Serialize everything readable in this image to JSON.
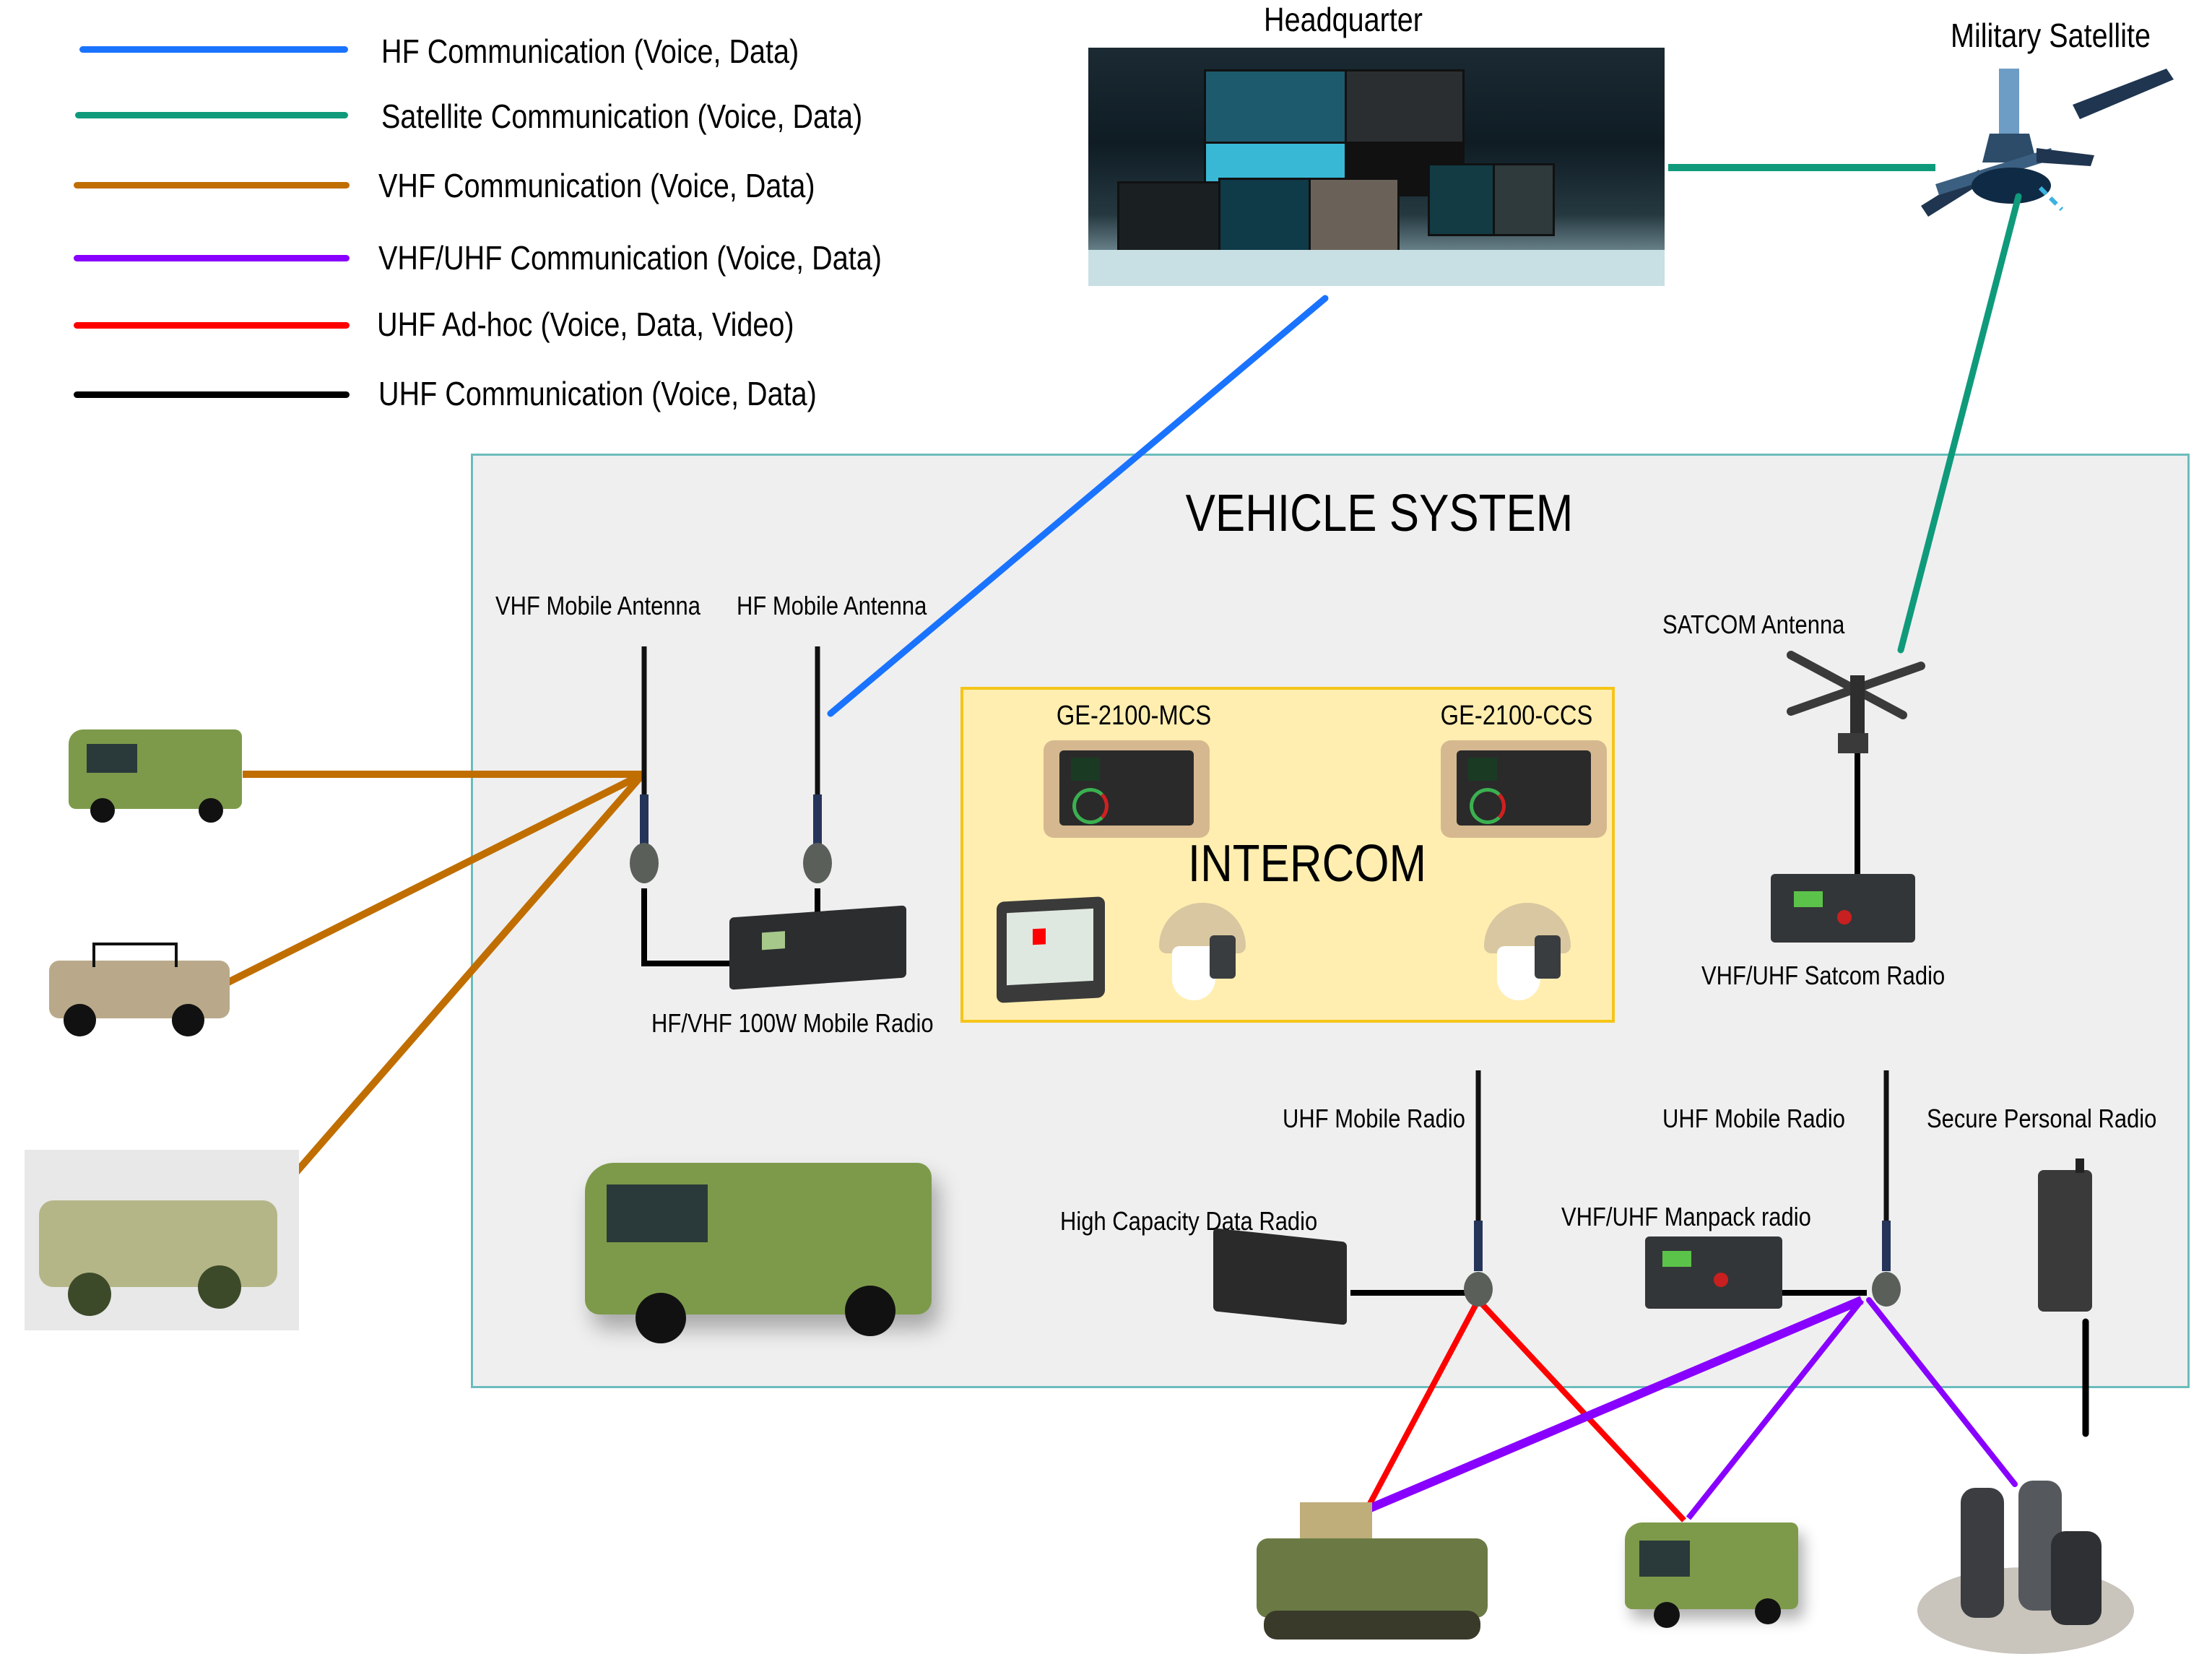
{
  "legend": {
    "items": [
      {
        "label": "HF Communication (Voice, Data)",
        "color": "#1a73ff",
        "key": "hf"
      },
      {
        "label": "Satellite Communication (Voice, Data)",
        "color": "#0f9b7b",
        "key": "satellite"
      },
      {
        "label": "VHF Communication (Voice, Data)",
        "color": "#c06e00",
        "key": "vhf"
      },
      {
        "label": "VHF/UHF Communication (Voice, Data)",
        "color": "#8800ff",
        "key": "vhf-uhf"
      },
      {
        "label": "UHF Ad-hoc (Voice, Data, Video)",
        "color": "#ff0000",
        "key": "uhf-adhoc"
      },
      {
        "label": "UHF Communication (Voice, Data)",
        "color": "#000000",
        "key": "uhf"
      }
    ]
  },
  "nodes": {
    "headquarter": "Headquarter",
    "military_satellite": "Military Satellite",
    "vehicle_system": "VEHICLE SYSTEM",
    "vhf_mobile_antenna": "VHF Mobile Antenna",
    "hf_mobile_antenna": "HF Mobile Antenna",
    "hf_vhf_radio": "HF/VHF 100W Mobile Radio",
    "satcom_antenna": "SATCOM Antenna",
    "satcom_radio": "VHF/UHF Satcom Radio",
    "intercom": "INTERCOM",
    "mcs": "GE-2100-MCS",
    "ccs": "GE-2100-CCS",
    "uhf_mobile_radio_1": "UHF Mobile Radio",
    "uhf_mobile_radio_2": "UHF Mobile Radio",
    "secure_personal_radio": "Secure Personal Radio",
    "high_capacity_data_radio": "High Capacity Data Radio",
    "manpack_radio": "VHF/UHF Manpack radio"
  },
  "links": [
    {
      "from": "headquarter",
      "to": "hf_mobile_antenna",
      "type": "hf"
    },
    {
      "from": "headquarter",
      "to": "military_satellite",
      "type": "satellite"
    },
    {
      "from": "military_satellite",
      "to": "satcom_antenna",
      "type": "satellite"
    },
    {
      "from": "external_van",
      "to": "vhf_mobile_antenna",
      "type": "vhf"
    },
    {
      "from": "external_humvee",
      "to": "vhf_mobile_antenna",
      "type": "vhf"
    },
    {
      "from": "external_apc",
      "to": "vhf_mobile_antenna",
      "type": "vhf"
    },
    {
      "from": "uhf_mobile_radio_1",
      "to": "tank",
      "type": "uhf-adhoc"
    },
    {
      "from": "uhf_mobile_radio_1",
      "to": "field_van",
      "type": "uhf-adhoc"
    },
    {
      "from": "uhf_mobile_radio_2",
      "to": "tank",
      "type": "vhf-uhf"
    },
    {
      "from": "uhf_mobile_radio_2",
      "to": "field_van",
      "type": "vhf-uhf"
    },
    {
      "from": "uhf_mobile_radio_2",
      "to": "soldiers",
      "type": "vhf-uhf"
    },
    {
      "from": "secure_personal_radio",
      "to": "soldiers",
      "type": "uhf"
    }
  ],
  "colors": {
    "vehicle_system_bg": "#efefef",
    "vehicle_system_border": "#6cbcbc",
    "intercom_bg": "#ffeeb0",
    "intercom_border": "#f5c518"
  }
}
